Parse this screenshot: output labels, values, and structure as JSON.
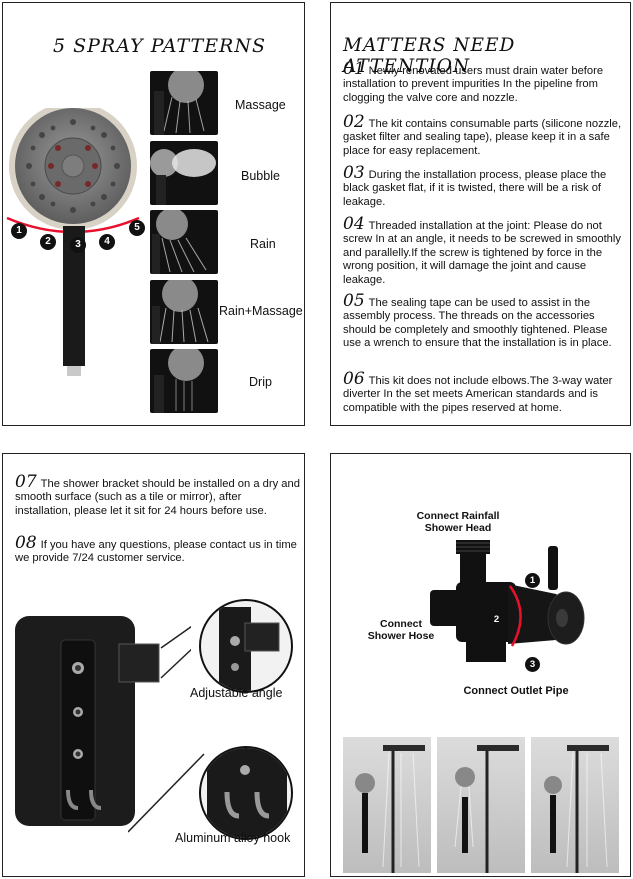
{
  "panel1": {
    "title": "5 SPRAY PATTERNS",
    "markers": [
      "1",
      "2",
      "3",
      "4",
      "5"
    ],
    "patterns": [
      {
        "label": "Massage"
      },
      {
        "label": "Bubble"
      },
      {
        "label": "Rain"
      },
      {
        "label": "Rain+Massage"
      },
      {
        "label": "Drip"
      }
    ]
  },
  "panel2": {
    "title": "MATTERS NEED ATTENTION",
    "notes": [
      {
        "num": "01",
        "text": "Newly renovated users must drain water before installation to prevent impurities In the pipeline from clogging the valve core and nozzle."
      },
      {
        "num": "02",
        "text": "The kit contains consumable parts (silicone nozzle, gasket filter and sealing tape), please keep it in a safe place for easy replacement."
      },
      {
        "num": "03",
        "text": "During the installation process, please place the black gasket flat, if it is twisted, there will be a risk of leakage."
      },
      {
        "num": "04",
        "text": "Threaded installation at the joint: Please do not screw In at an angle, it needs to be screwed in smoothly and parallelly.If the screw is tightened by force in the wrong position, it will damage the joint and cause leakage."
      },
      {
        "num": "05",
        "text": "The sealing tape can be used to assist in the assembly process. The threads on the accessories should be completely and smoothly tightened. Please use a wrench to ensure that the installation is in place."
      },
      {
        "num": "06",
        "text": "This kit does not include elbows.The 3-way water diverter In the set meets American standards and is compatible with the pipes reserved at home."
      }
    ]
  },
  "panel3": {
    "notes": [
      {
        "num": "07",
        "text": "The shower bracket should be installed on a dry and smooth surface (such as a tile or mirror), after installation, please let it sit for 24 hours before use."
      },
      {
        "num": "08",
        "text": "If you have any questions, please contact us in time we provide 7/24 customer service."
      }
    ],
    "callout_angle": "Adjustable angle",
    "callout_hook": "Aluminum alloy hook"
  },
  "panel4": {
    "label_top": "Connect Rainfall\nShower Head",
    "label_left": "Connect\nShower Hose",
    "label_bottom": "Connect Outlet Pipe",
    "markers": [
      "1",
      "2",
      "3"
    ]
  },
  "colors": {
    "accent_red": "#e8112d",
    "dark": "#111111"
  }
}
